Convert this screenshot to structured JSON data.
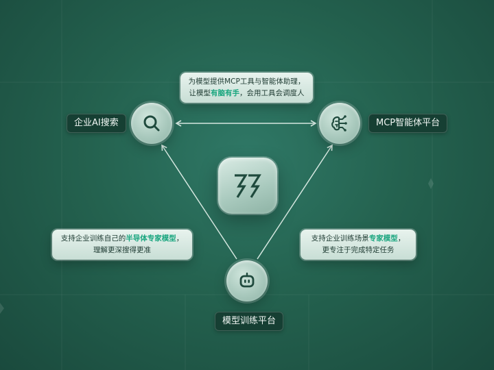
{
  "nodes": {
    "search": {
      "label": "企业AI搜索",
      "icon": "search-icon"
    },
    "agent": {
      "label": "MCP智能体平台",
      "icon": "brain-icon"
    },
    "training": {
      "label": "模型训练平台",
      "icon": "robot-icon"
    }
  },
  "center": {
    "icon": "logo-icon"
  },
  "bubbles": {
    "top": {
      "line1": "为模型提供MCP工具与智能体助理，",
      "line2_pre": "让模型",
      "line2_hl": "有脑有手",
      "line2_post": "，会用工具会调度人"
    },
    "left": {
      "line1_pre": "支持企业训练自己的",
      "line1_hl": "半导体专家模型",
      "line1_post": "，",
      "line2": "理解更深搜得更准"
    },
    "right": {
      "line1_pre": "支持企业训练场景",
      "line1_hl": "专家模型",
      "line1_post": "，",
      "line2": "更专注于完成特定任务"
    }
  },
  "colors": {
    "background": "#24624f",
    "highlight": "#1aa67f",
    "label_bg": "#163f33"
  }
}
